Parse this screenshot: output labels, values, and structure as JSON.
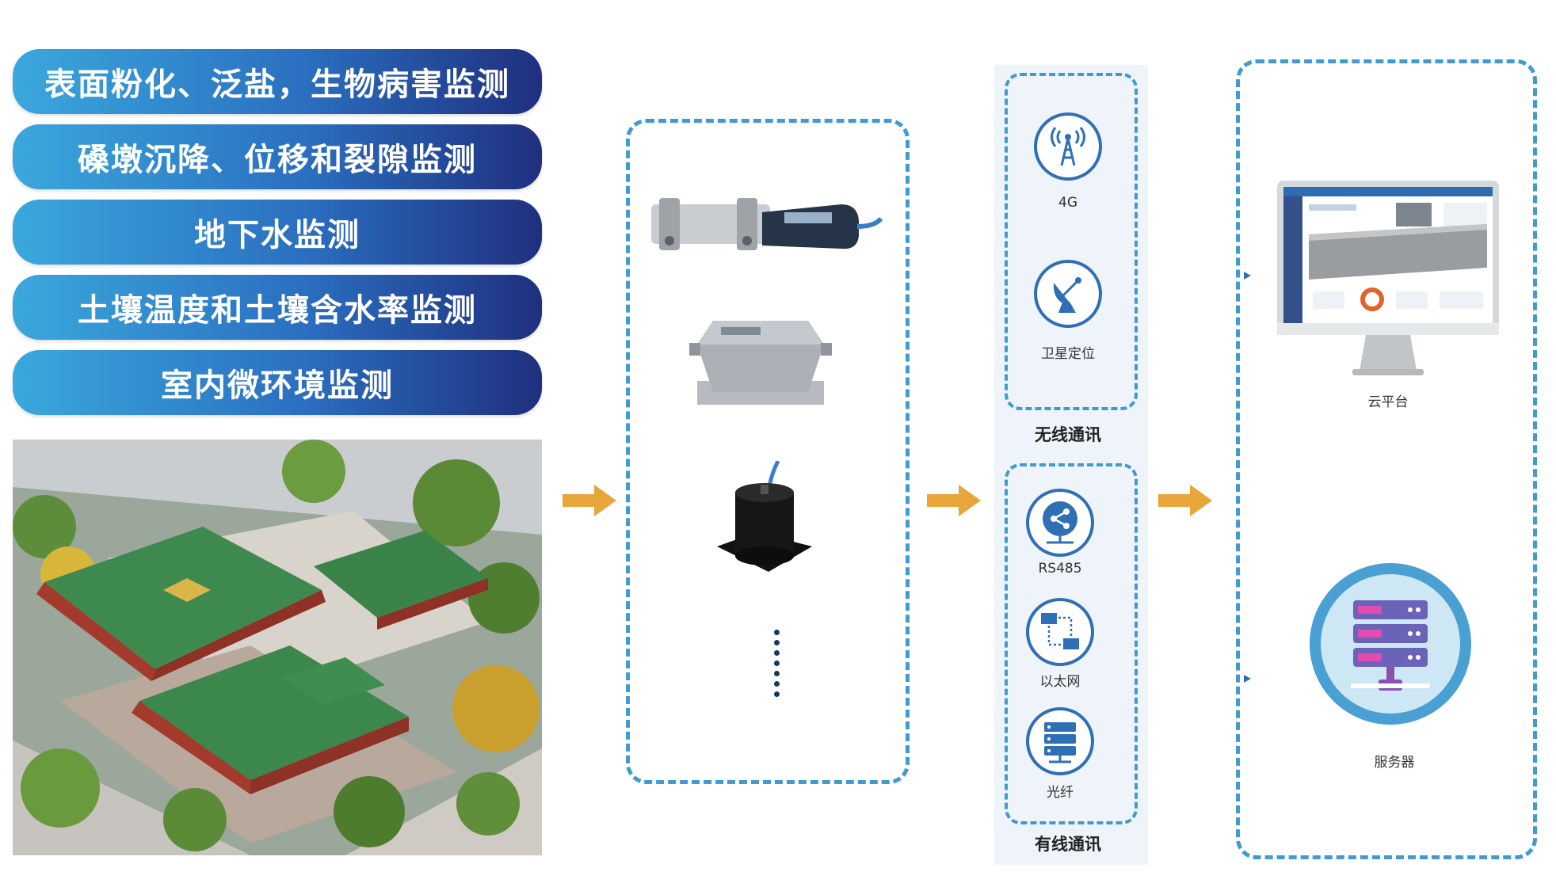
{
  "monitoring_items": [
    "表面粉化、泛盐，生物病害监测",
    "磉墩沉降、位移和裂隙监测",
    "地下水监测",
    "土壤温度和土壤含水率监测",
    "室内微环境监测"
  ],
  "wireless": {
    "title": "无线通讯",
    "items": [
      {
        "label": "4G",
        "icon": "antenna-tower-icon"
      },
      {
        "label": "卫星定位",
        "icon": "satellite-dish-icon"
      }
    ]
  },
  "wired": {
    "title": "有线通讯",
    "items": [
      {
        "label": "RS485",
        "icon": "share-network-icon"
      },
      {
        "label": "以太网",
        "icon": "ethernet-icon"
      },
      {
        "label": "光纤",
        "icon": "fiber-server-icon"
      }
    ]
  },
  "platform": {
    "cloud_label": "云平台",
    "server_label": "服务器"
  },
  "colors": {
    "accent": "#3f9bd0",
    "arrow": "#e8a53a",
    "pill_start": "#3aa8dc",
    "pill_end": "#1f2f7e",
    "icon_blue": "#2f6fb6"
  }
}
